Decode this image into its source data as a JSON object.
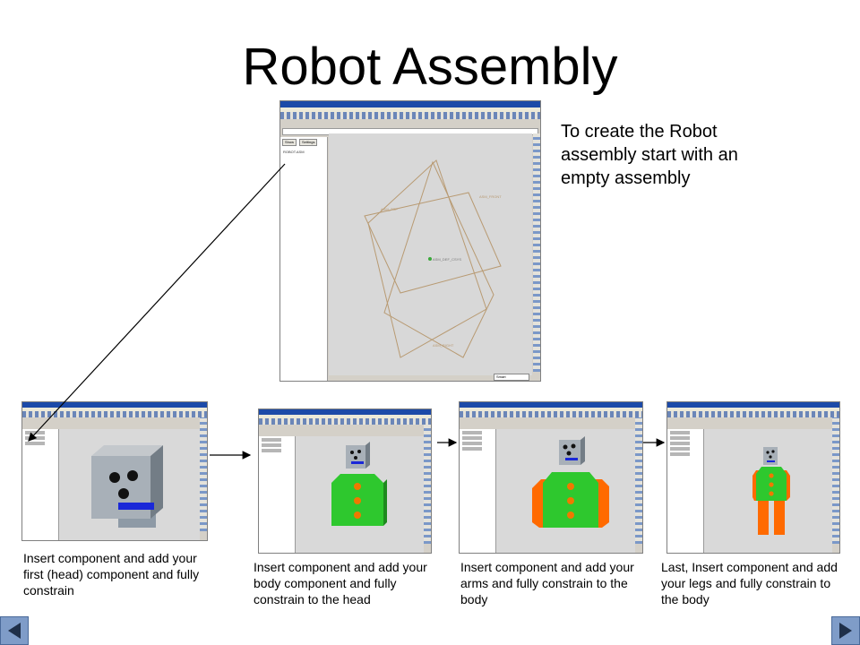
{
  "slide": {
    "title": "Robot Assembly",
    "intro": "To create the Robot assembly start with an empty assembly"
  },
  "steps": [
    {
      "caption": "Insert component and add your first (head) component and fully constrain"
    },
    {
      "caption": "Insert component and add your body component and fully constrain to the head"
    },
    {
      "caption": "Insert component and add your arms and fully constrain to the body"
    },
    {
      "caption": "Last, Insert component and add your legs and fully constrain to the body"
    }
  ],
  "main_window": {
    "window_title": "ROBOT (Active) - Pro/ENGINEER",
    "tree_item": "ROBOT.ASM",
    "tree_buttons": [
      "Show",
      "Settings"
    ],
    "datum_labels": [
      "ASM_FRONT",
      "ASM_TOP",
      "ASM_RIGHT",
      "ASM_DEF_CSYS"
    ],
    "filter_value": "Smart"
  },
  "colors": {
    "head": "#a8b0b8",
    "body": "#2ec82e",
    "button_dots": "#f07800",
    "arms": "#ff6a00",
    "mouth": "#1a28d8",
    "datum_plane": "#b89a72",
    "nav_button": "#7f9cc8"
  },
  "icons": [
    "arrow-icon",
    "previous-slide-icon",
    "next-slide-icon"
  ]
}
